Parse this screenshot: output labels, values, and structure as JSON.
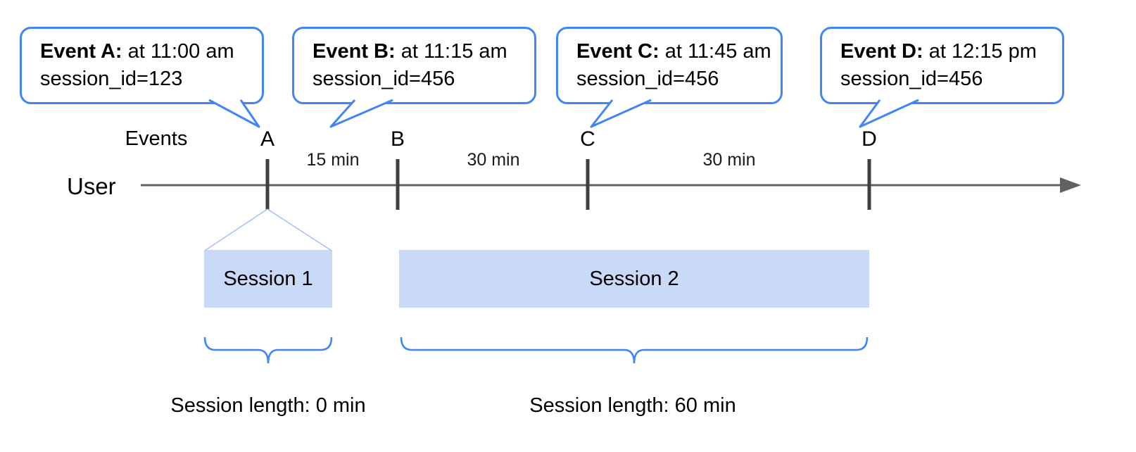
{
  "labels": {
    "events": "Events",
    "user": "User"
  },
  "callouts": [
    {
      "bold": "Event A:",
      "rest": " at 11:00 am",
      "line2": "session_id=123"
    },
    {
      "bold": "Event B:",
      "rest": " at 11:15 am",
      "line2": "session_id=456"
    },
    {
      "bold": "Event C:",
      "rest": " at 11:45 am",
      "line2": "session_id=456"
    },
    {
      "bold": "Event D:",
      "rest": " at 12:15 pm",
      "line2": "session_id=456"
    }
  ],
  "markers": [
    "A",
    "B",
    "C",
    "D"
  ],
  "intervals": [
    "15 min",
    "30 min",
    "30 min"
  ],
  "sessions": [
    {
      "label": "Session 1",
      "length": "Session length: 0 min"
    },
    {
      "label": "Session 2",
      "length": "Session length: 60 min"
    }
  ],
  "colors": {
    "accent_blue": "#4285f4",
    "session_fill": "#c9daf8",
    "funnel_blue": "#a4c2f4",
    "timeline_gray": "#616161",
    "tick_gray": "#404040"
  }
}
